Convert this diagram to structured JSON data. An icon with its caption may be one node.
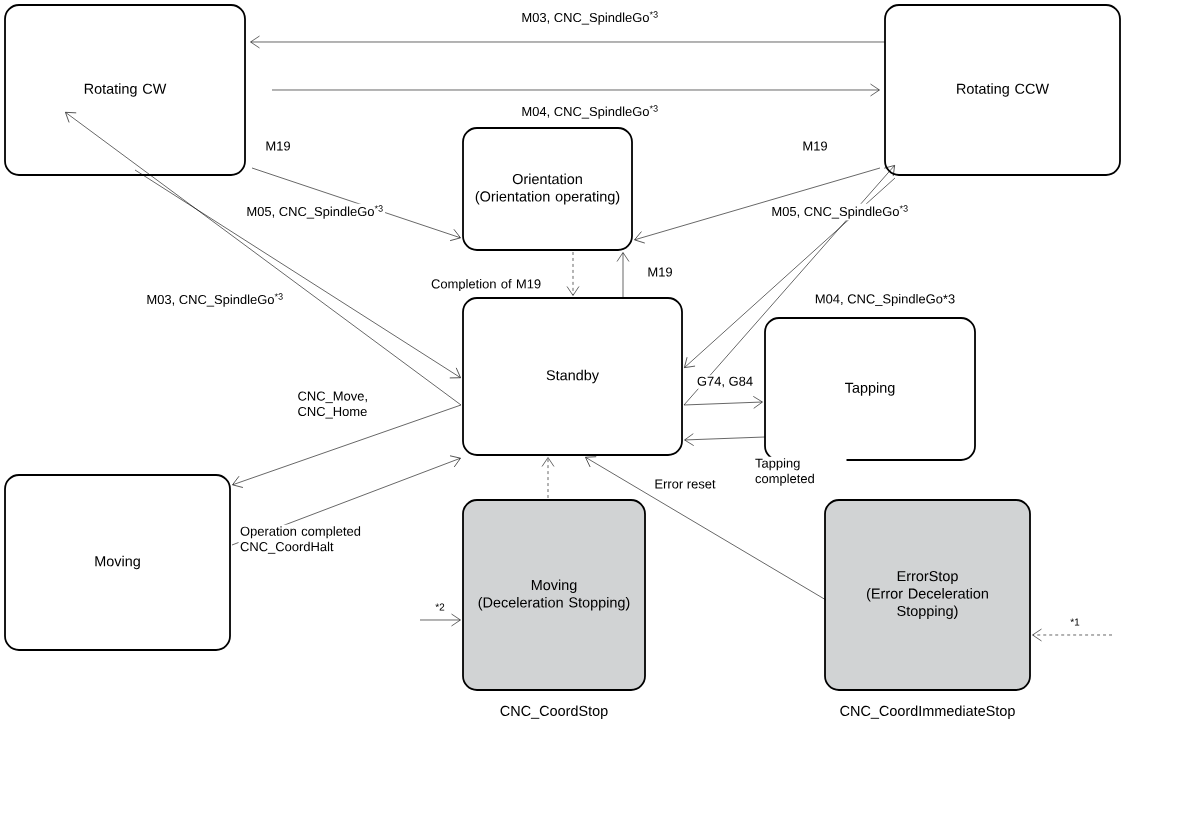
{
  "diagram": {
    "nodes": [
      {
        "text": [
          "Rotating CW"
        ]
      },
      {
        "text": [
          "Rotating CCW"
        ]
      },
      {
        "text": [
          "Orientation",
          "(Orientation operating)"
        ]
      },
      {
        "text": [
          "Standby"
        ]
      },
      {
        "text": [
          "Tapping"
        ]
      },
      {
        "text": [
          "Moving"
        ]
      },
      {
        "text": [
          "Moving",
          "(Deceleration Stopping)"
        ],
        "beside": [
          "CNC_CoordStop"
        ]
      },
      {
        "text": [
          "ErrorStop",
          "(Error Deceleration Stopping)"
        ],
        "beside": [
          "CNC_CoordImmediateStop"
        ]
      }
    ],
    "edges": [
      {
        "from": 1,
        "to": 0,
        "arrow": "to",
        "label": "M03, CNC_SpindleGo$^{*3}$"
      },
      {
        "from": 0,
        "to": 1,
        "arrow": "to",
        "label": "M04, CNC_SpindleGo$^{*3}$"
      },
      {
        "from": 0,
        "to": 2,
        "arrow": "to",
        "label": "M19"
      },
      {
        "from": 1,
        "to": 2,
        "arrow": "to",
        "label": "M19"
      },
      {
        "from": 0,
        "to": 3,
        "arrow": "to",
        "label": "M05, CNC_SpindleGo$^{*3}$"
      },
      {
        "from": 1,
        "to": 3,
        "arrow": "to",
        "label": "M05, CNC_SpindleGo$^{*3}$"
      },
      {
        "from": 2,
        "to": 3,
        "arrow": "to",
        "style": "dashed",
        "label": "Completion of M19"
      },
      {
        "from": 3,
        "to": 2,
        "arrow": "to",
        "label": "M19"
      },
      {
        "from": 3,
        "to": 0,
        "arrow": "to",
        "label": "M03, CNC_SpindleGo$^{*3}$"
      },
      {
        "from": 3,
        "to": 1,
        "arrow": "to",
        "label": "M04, CNC_SpindleGo*3"
      },
      {
        "from": 3,
        "to": 4,
        "arrow": "to",
        "label": "G74, G84"
      },
      {
        "from": 4,
        "to": 3,
        "arrow": "to",
        "label": "Tapping completed"
      },
      {
        "from": 3,
        "to": 5,
        "arrow": "to",
        "label": "CNC_Move, CNC_Home"
      },
      {
        "from": 5,
        "to": 3,
        "arrow": "to",
        "label": "Operation completed CNC_CoordHalt"
      },
      {
        "from": 6,
        "to": 3,
        "arrow": "to",
        "style": "dashed"
      },
      {
        "from": 7,
        "to": 3,
        "arrow": "to",
        "label": "Error reset"
      },
      {
        "from": null,
        "to": 6,
        "arrow": "to",
        "label": "*2"
      },
      {
        "from": null,
        "to": 7,
        "arrow": "to",
        "style": "dashed",
        "label": "*1"
      }
    ]
  }
}
